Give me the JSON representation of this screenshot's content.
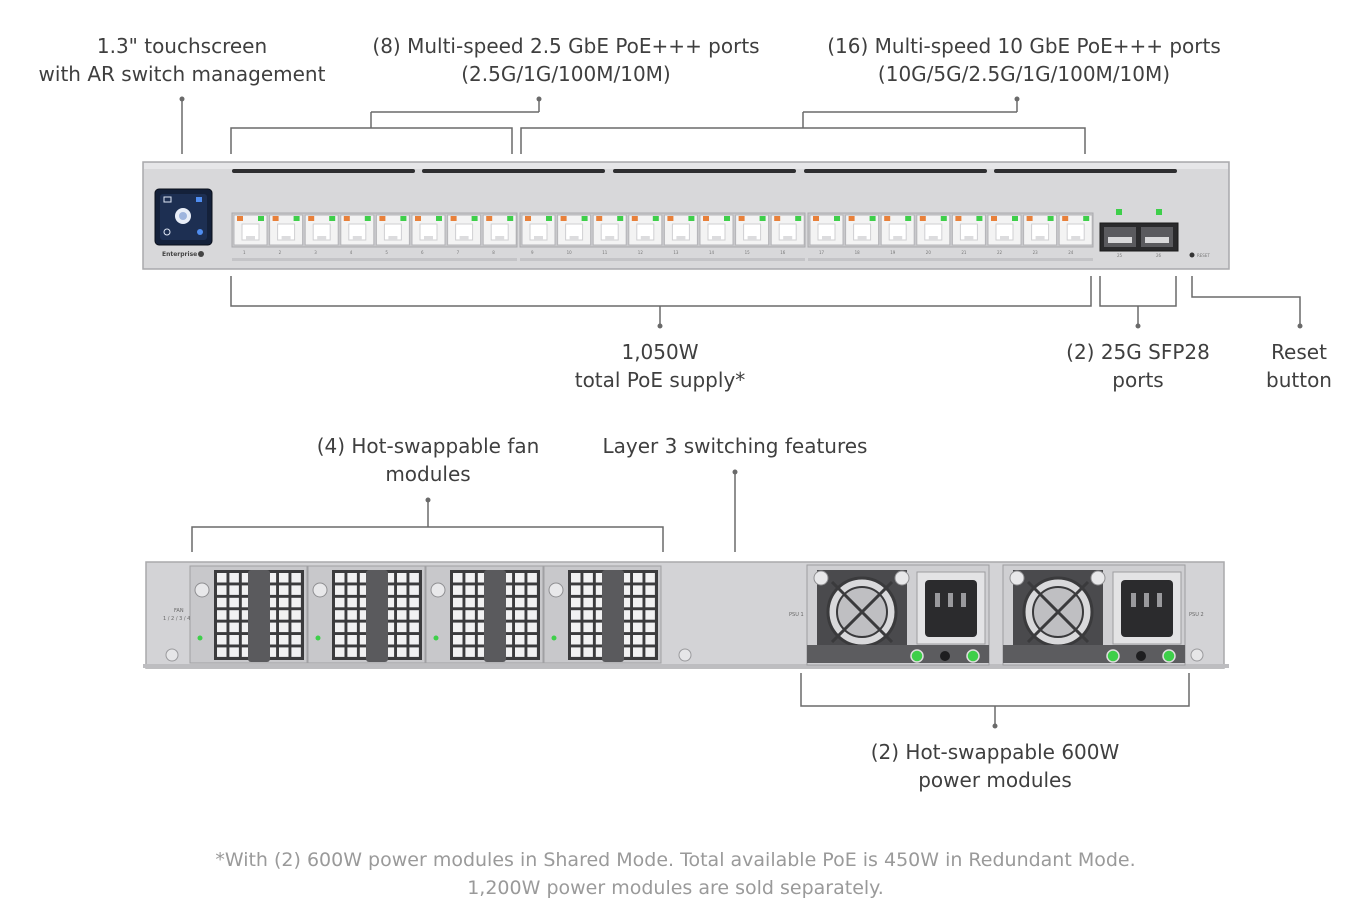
{
  "callouts": {
    "touchscreen": {
      "line1": "1.3\" touchscreen",
      "line2": "with AR switch management"
    },
    "ports_2_5g": {
      "line1": "(8) Multi-speed 2.5 GbE PoE+++ ports",
      "line2": "(2.5G/1G/100M/10M)"
    },
    "ports_10g": {
      "line1": "(16) Multi-speed 10 GbE PoE+++ ports",
      "line2": "(10G/5G/2.5G/1G/100M/10M)"
    },
    "poe_supply": {
      "line1": "1,050W",
      "line2": "total PoE supply*"
    },
    "sfp28": {
      "line1": "(2) 25G SFP28",
      "line2": "ports"
    },
    "reset": {
      "line1": "Reset",
      "line2": "button"
    },
    "fans": {
      "line1": "(4) Hot-swappable fan",
      "line2": "modules"
    },
    "layer3": {
      "line1": "Layer 3 switching features"
    },
    "power": {
      "line1": "(2) Hot-swappable 600W",
      "line2": "power modules"
    }
  },
  "device_labels": {
    "brand": "Enterprise",
    "reset_label": "RESET",
    "fans_label_1": "FAN",
    "fans_label_2": "1 / 2 / 3 / 4",
    "psu1": "PSU 1",
    "psu2": "PSU 2",
    "sfp_1": "25",
    "sfp_2": "26"
  },
  "ports": {
    "rj45": [
      "1",
      "2",
      "3",
      "4",
      "5",
      "6",
      "7",
      "8",
      "9",
      "10",
      "11",
      "12",
      "13",
      "14",
      "15",
      "16",
      "17",
      "18",
      "19",
      "20",
      "21",
      "22",
      "23",
      "24"
    ]
  },
  "footnote": {
    "line1": "*With (2) 600W power modules in Shared Mode. Total available PoE is 450W in Redundant Mode.",
    "line2": "1,200W power modules are sold separately."
  },
  "colors": {
    "chassis": "#d6d6d8",
    "chassis_edge": "#a9a9ac",
    "port_body": "#f4f4f4",
    "led_green": "#3ecf4a",
    "led_orange": "#e8803a",
    "leader": "#666666",
    "fan_grille": "#3b3b3d",
    "screen": "#1a2a44"
  }
}
